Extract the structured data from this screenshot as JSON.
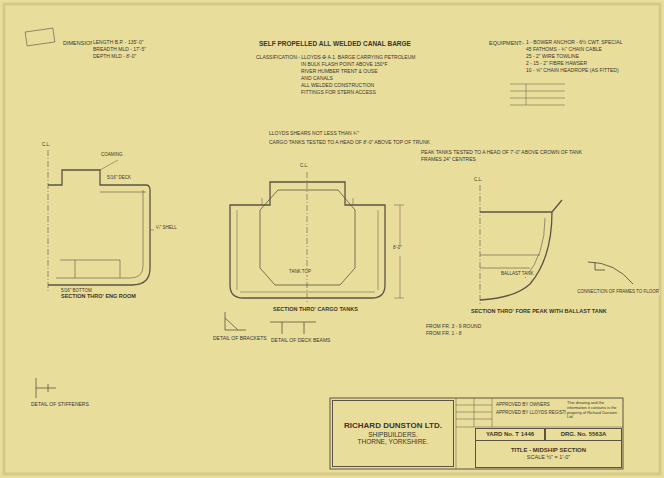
{
  "diagram": {
    "title": "SELF PROPELLED ALL WELDED CANAL BARGE",
    "nodes": [
      {
        "text": [
          "RICHARD DUNSTON LTD.",
          "SHIPBUILDERS.",
          "THORNE, YORKSHIRE."
        ]
      },
      {
        "text": [
          "YARD No. T 1446"
        ]
      },
      {
        "text": [
          "DRG. No. 5563A"
        ]
      },
      {
        "text": [
          "TITLE - MIDSHIP SECTION",
          "SCALE ½\" = 1'-0\""
        ]
      }
    ],
    "labels": [
      "DIMENSIONS:-",
      "LENGTH B.P. - 135'-0\"",
      "BREADTH MLD - 17'-5\"",
      "DEPTH MLD - 8'-0\"",
      "CLASSIFICATION:- LLOYDS ✠ A.1. BARGE CARRYING PETROLEUM",
      "IN BULK FLASH POINT ABOVE 150°F",
      "RIVER HUMBER TRENT & OUSE",
      "AND CANALS",
      "ALL WELDED CONSTRUCTION",
      "FITTINGS FOR STERN ACCESS",
      "EQUIPMENT:-",
      "1 - BOWER ANCHOR - 6½ CWT. SPECIAL",
      "45 FATHOMS - ¾\" CHAIN CABLE",
      "25 - 2\" WIRE TOWLINE",
      "2 - 15 - 2\" FIBRE HAWSER",
      "10 - ⅝\" CHAIN HEADROPE (AS FITTED)",
      "LLOYDS SHEARS NOT LESS THAN ¾\"",
      "CARGO TANKS TESTED TO A HEAD OF 8'-0\" ABOVE TOP OF TRUNK",
      "PEAK TANKS TESTED TO A HEAD OF 7'-0\" ABOVE CROWN OF TANK",
      "FRAMES 24\" CENTRES",
      "SECTION THRO' ENG ROOM",
      "SECTION THRO' CARGO TANKS",
      "SECTION THRO' FORE PEAK WITH BALLAST TANK",
      "CONNECTION OF FRAMES TO FLOOR",
      "DETAIL OF BRACKETS",
      "DETAIL OF DECK BEAMS",
      "DETAIL OF STIFFENERS",
      "FROM FR. 3 - 9 ROUND",
      "FROM FR. 1 - 8",
      "APPROVED BY OWNERS",
      "APPROVED BY LLOYDS REGISTER",
      "This drawing and the information it contains is the property of Richard Dunston Ltd.",
      "C.L.",
      "COAMING",
      "5/16\" DECK",
      "¼\" SHELL",
      "5/16\" BOTTOM",
      "C.L.",
      "TANK TOP",
      "8'-0\"",
      "C.L.",
      "BALLAST TANK"
    ]
  }
}
